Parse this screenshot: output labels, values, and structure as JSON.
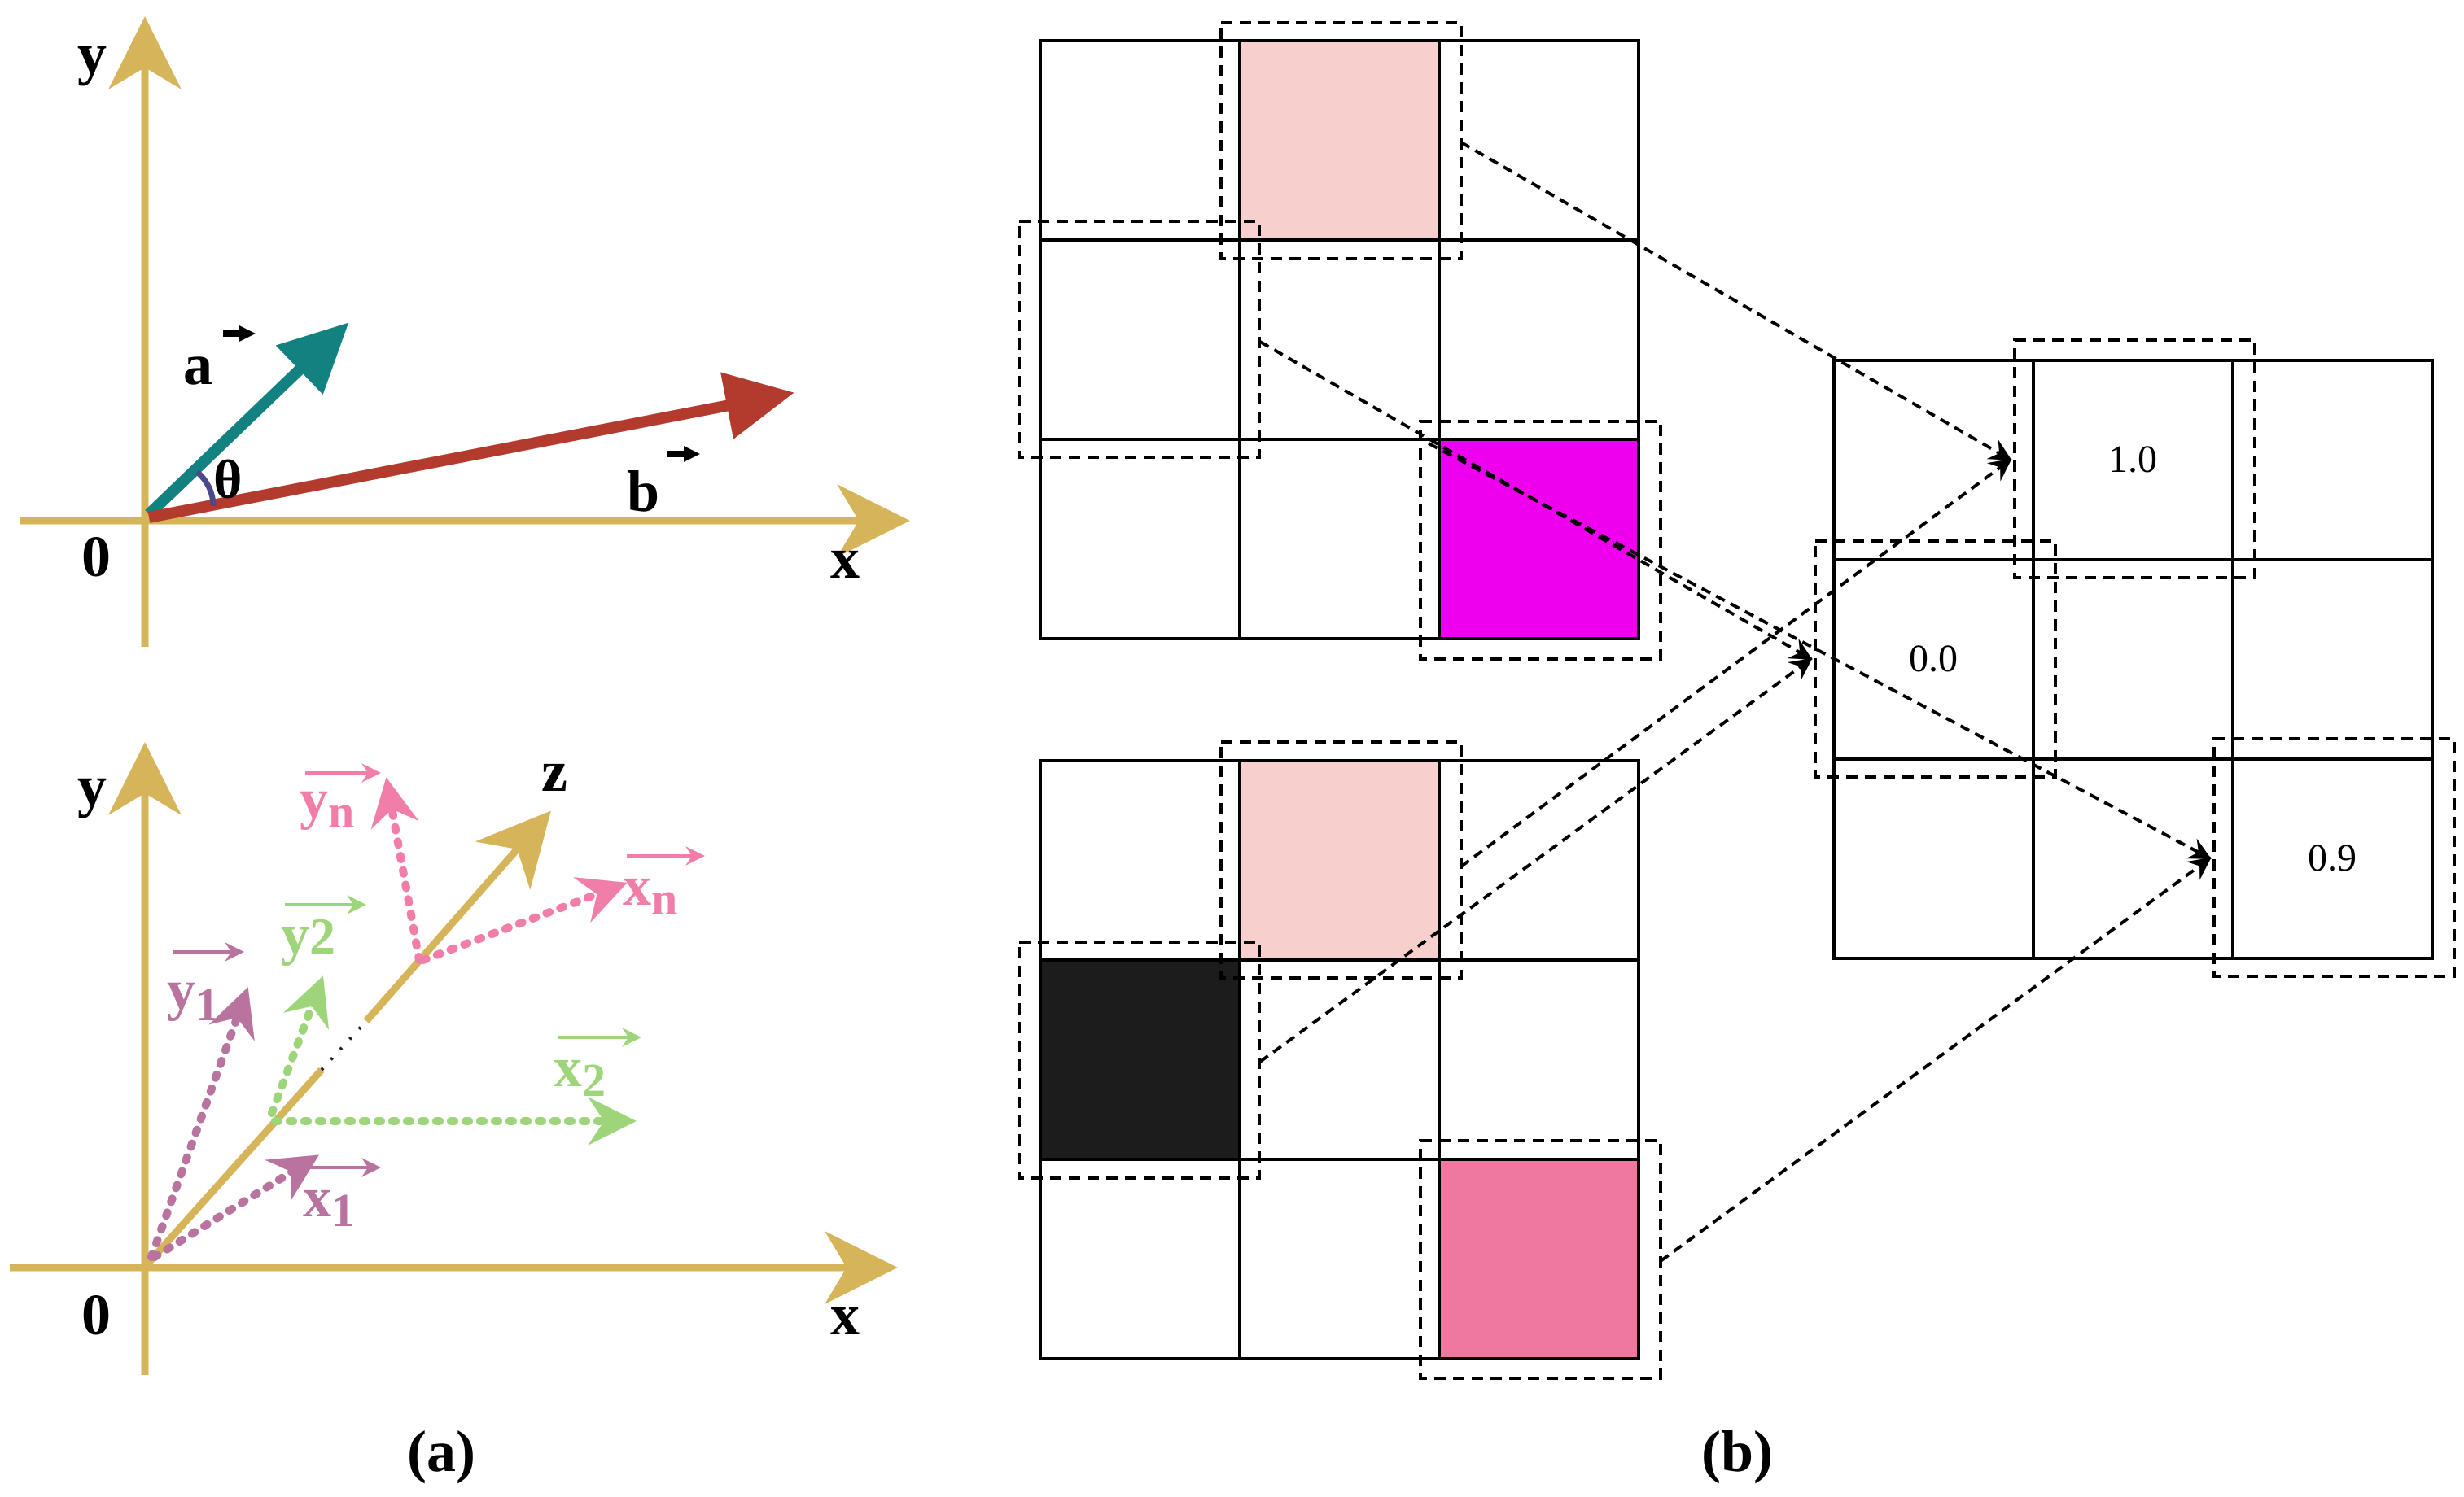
{
  "panel_a_label": "(a)",
  "panel_b_label": "(b)",
  "top_plot": {
    "y_label": "y",
    "x_label": "x",
    "origin_label": "0",
    "vector_a_label": "a",
    "vector_b_label": "b",
    "angle_label": "θ"
  },
  "bottom_plot": {
    "y_label": "y",
    "x_label": "x",
    "z_label": "z",
    "origin_label": "0",
    "x1_label": "x",
    "x1_sub": "1",
    "y1_label": "y",
    "y1_sub": "1",
    "x2_label": "x",
    "x2_sub": "2",
    "y2_label": "y",
    "y2_sub": "2",
    "xn_label": "x",
    "xn_sub": "n",
    "yn_label": "y",
    "yn_sub": "n"
  },
  "result_grid": {
    "value_top": "1.0",
    "value_middle": "0.0",
    "value_bottom": "0.9"
  },
  "colors": {
    "axis": "#d6b459",
    "vector_a": "#13817f",
    "vector_b": "#b23b2e",
    "angle_arc": "#4a4a8a",
    "series_1": "#b8739e",
    "series_2": "#9fd57a",
    "series_n": "#f07ea8",
    "light_pink": "#f7cfcd",
    "magenta": "#ee00ee",
    "pink": "#ee789f",
    "black_cell": "#1c1c1c"
  }
}
